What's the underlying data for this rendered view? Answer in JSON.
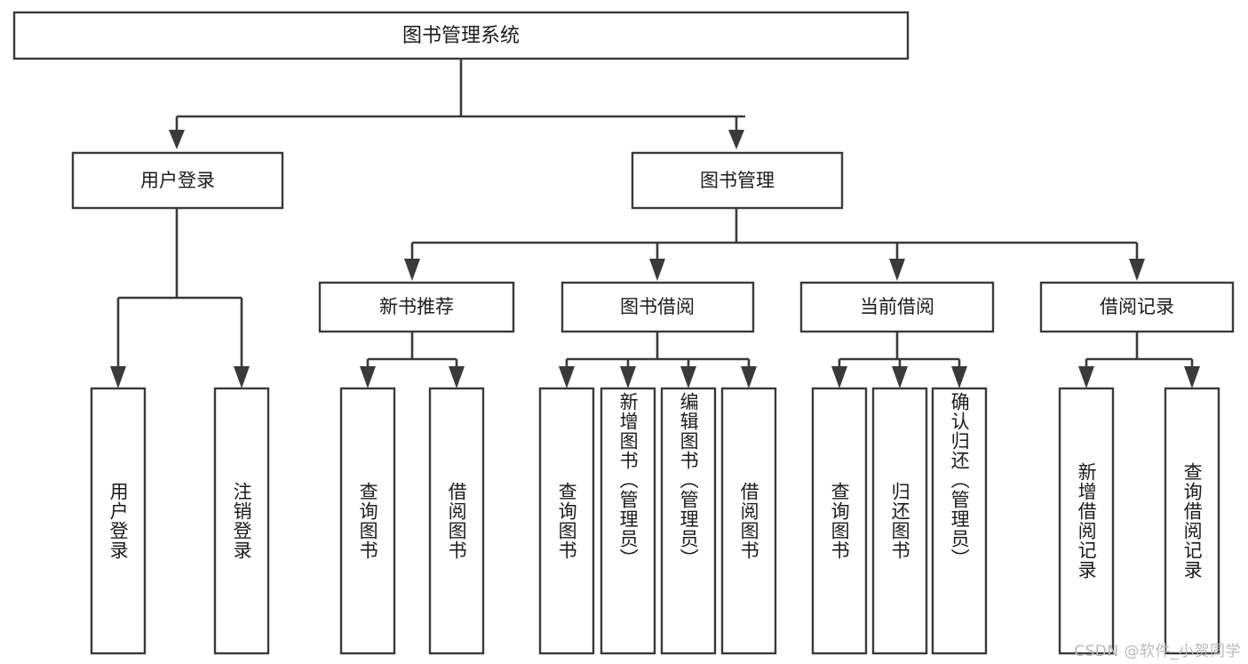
{
  "diagram": {
    "title": "图书管理系统",
    "type": "tree",
    "watermark": "CSDN @软件_小贺同学",
    "colors": {
      "box_stroke": "#3a3a3a",
      "box_fill": "#ffffff",
      "line": "#3a3a3a",
      "text": "#1b1b1b",
      "watermark": "#b9b9b9",
      "background": "#ffffff"
    },
    "root": {
      "label": "图书管理系统"
    },
    "level2": [
      {
        "label": "用户登录"
      },
      {
        "label": "图书管理"
      }
    ],
    "level3": [
      {
        "label": "新书推荐"
      },
      {
        "label": "图书借阅"
      },
      {
        "label": "当前借阅"
      },
      {
        "label": "借阅记录"
      }
    ],
    "leaves": {
      "user_login": [
        {
          "label": "用户登录"
        },
        {
          "label": "注销登录"
        }
      ],
      "new_book": [
        {
          "label": "查询图书"
        },
        {
          "label": "借阅图书"
        }
      ],
      "book_borrow": [
        {
          "label": "查询图书"
        },
        {
          "label": "新增图书（管理员）"
        },
        {
          "label": "编辑图书（管理员）"
        },
        {
          "label": "借阅图书"
        }
      ],
      "current_borrow": [
        {
          "label": "查询图书"
        },
        {
          "label": "归还图书"
        },
        {
          "label": "确认归还（管理员）"
        }
      ],
      "borrow_record": [
        {
          "label": "新增借阅记录"
        },
        {
          "label": "查询借阅记录"
        }
      ]
    }
  }
}
